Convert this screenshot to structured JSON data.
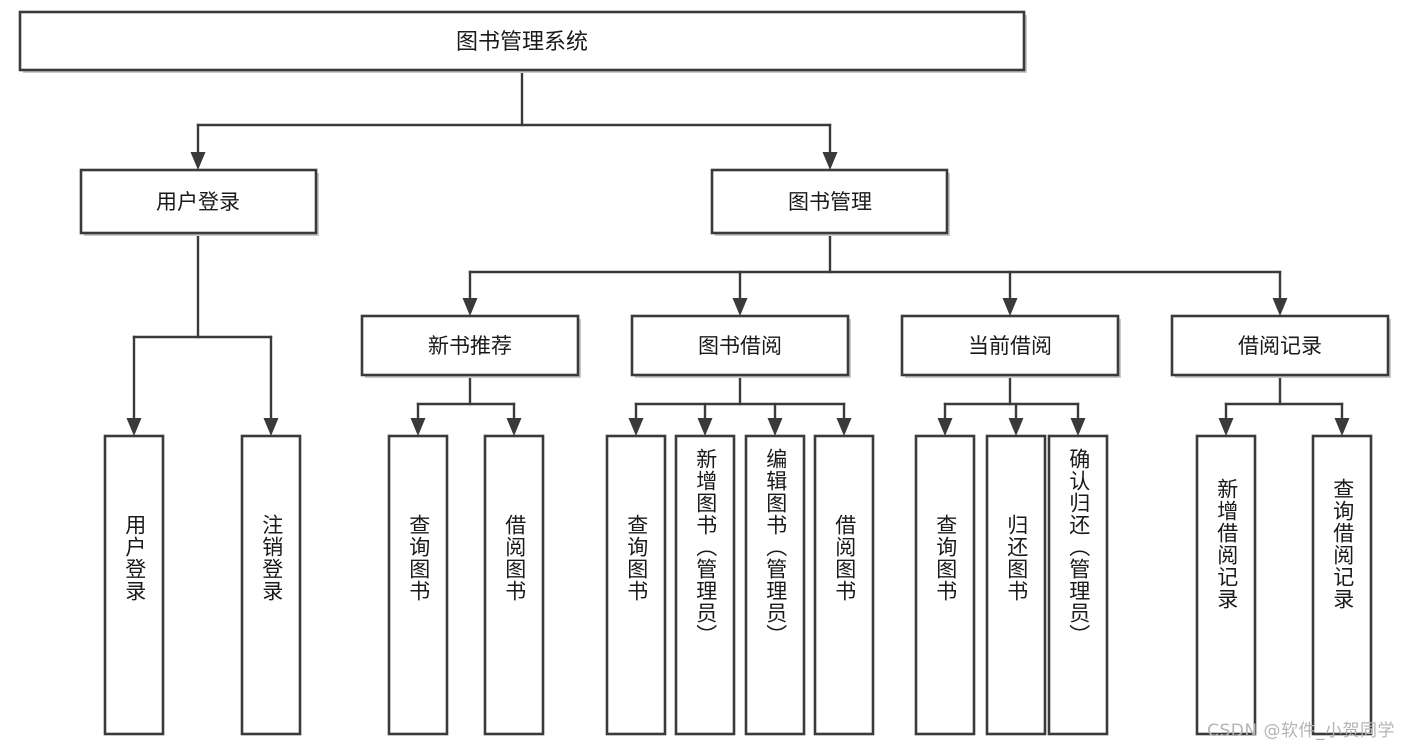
{
  "diagram": {
    "title": "图书管理系统",
    "type": "tree-hierarchy-diagram",
    "colors": {
      "box_stroke": "#3a3a3a",
      "box_fill": "#ffffff",
      "text": "#1a1a1a",
      "watermark": "#b4b4b4",
      "background": "#ffffff"
    },
    "root": {
      "label": "图书管理系统"
    },
    "level2": [
      {
        "label": "用户登录"
      },
      {
        "label": "图书管理"
      }
    ],
    "level3": [
      {
        "label": "新书推荐"
      },
      {
        "label": "图书借阅"
      },
      {
        "label": "当前借阅"
      },
      {
        "label": "借阅记录"
      }
    ],
    "leaves": {
      "user_login": [
        {
          "label": "用户登录"
        },
        {
          "label": "注销登录"
        }
      ],
      "new_book_recommend": [
        {
          "label": "查询图书"
        },
        {
          "label": "借阅图书"
        }
      ],
      "book_borrow": [
        {
          "label": "查询图书"
        },
        {
          "label": "新增图书（管理员）"
        },
        {
          "label": "编辑图书（管理员）"
        },
        {
          "label": "借阅图书"
        }
      ],
      "current_borrow": [
        {
          "label": "查询图书"
        },
        {
          "label": "归还图书"
        },
        {
          "label": "确认归还（管理员）"
        }
      ],
      "borrow_record": [
        {
          "label": "新增借阅记录"
        },
        {
          "label": "查询借阅记录"
        }
      ]
    },
    "watermark": "CSDN @软件_小贺同学"
  }
}
